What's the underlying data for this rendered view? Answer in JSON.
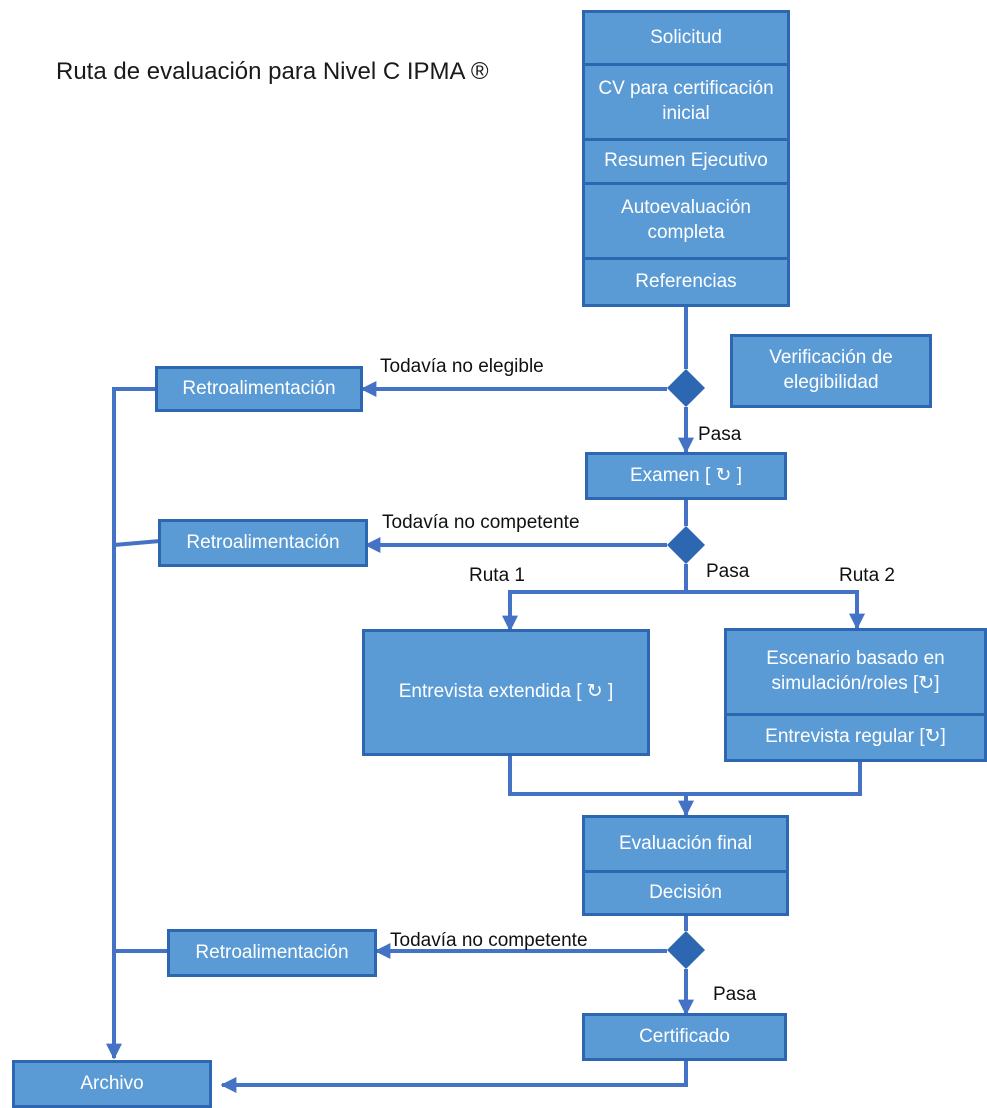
{
  "title": "Ruta de evaluación para Nivel C IPMA ®",
  "application_stack": [
    "Solicitud",
    "CV para certificación inicial",
    "Resumen Ejecutivo",
    "Autoevaluación completa",
    "Referencias"
  ],
  "eligibility_check": "Verificación de elegibilidad",
  "feedback_label": "Retroalimentación",
  "labels": {
    "not_eligible": "Todavía no elegible",
    "not_competent": "Todavía no competente",
    "pass": "Pasa",
    "route1": "Ruta 1",
    "route2": "Ruta 2"
  },
  "exam": "Examen [ ↻ ]",
  "route1_box": "Entrevista extendida [ ↻ ]",
  "route2_boxes": [
    "Escenario basado en simulación/roles [↻]",
    "Entrevista regular [↻]"
  ],
  "final_stack": [
    "Evaluación final",
    "Decisión"
  ],
  "certificate": "Certificado",
  "archive": "Archivo",
  "colors": {
    "box_fill": "#5b9bd5",
    "box_border": "#2e67b1",
    "connector": "#4472c4",
    "decision": "#2e67b1"
  }
}
